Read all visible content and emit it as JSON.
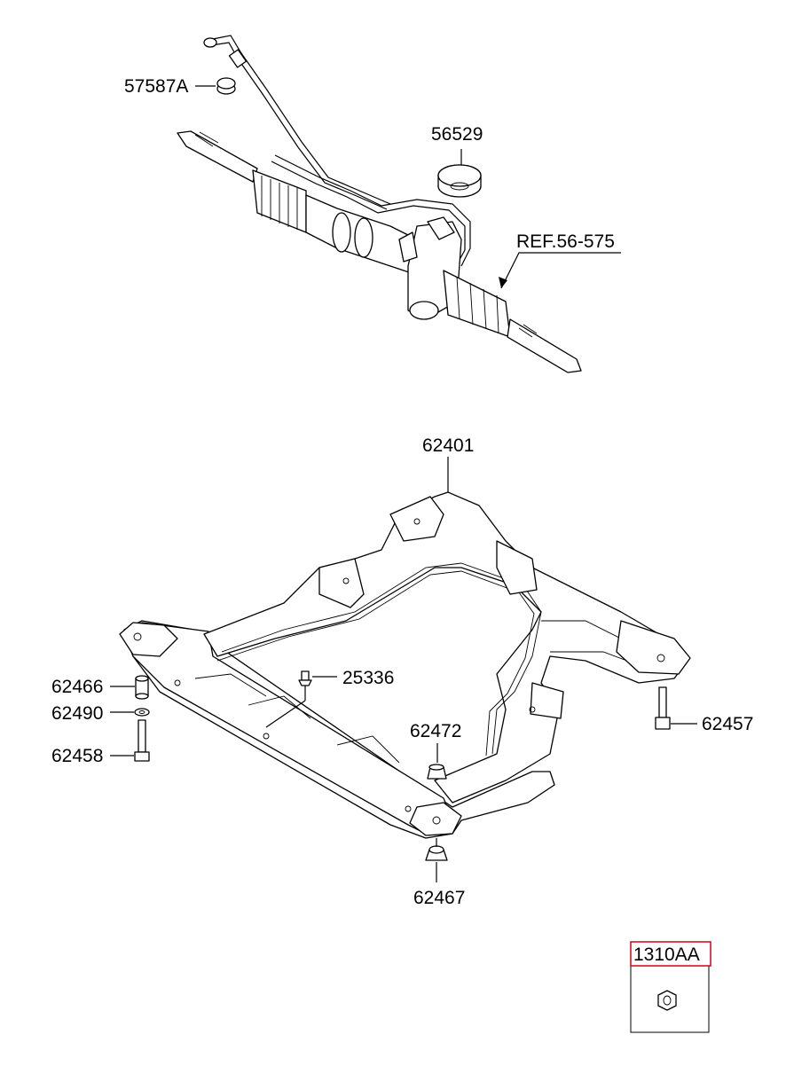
{
  "labels": {
    "p57587A": "57587A",
    "p56529": "56529",
    "ref": "REF.56-575",
    "p62401": "62401",
    "p62466": "62466",
    "p62490": "62490",
    "p62458": "62458",
    "p25336": "25336",
    "p62472": "62472",
    "p62457": "62457",
    "p62467": "62467",
    "p1310AA": "1310AA"
  },
  "colors": {
    "highlight_box": "#d0021b",
    "line": "#000000"
  },
  "icons": [
    "steering-gear-assembly",
    "crossmember-subframe",
    "bushing",
    "washer",
    "bolt",
    "nut",
    "cap"
  ]
}
